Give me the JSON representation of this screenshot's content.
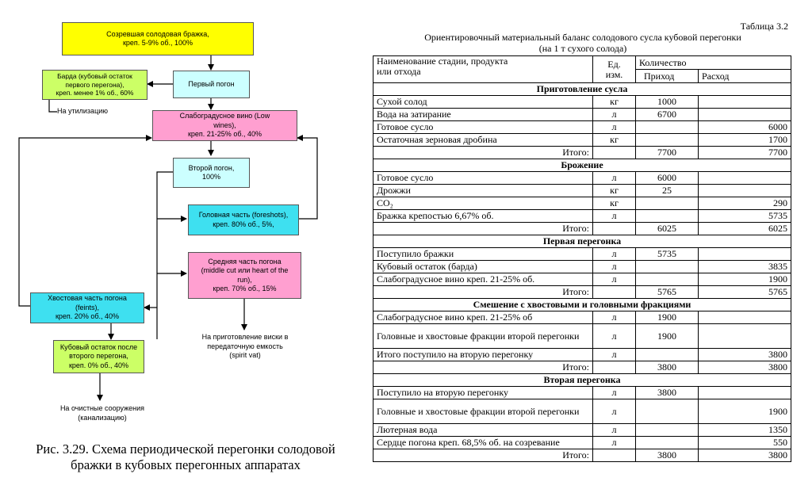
{
  "flowchart": {
    "nodes": {
      "wash": "Созревшая солодовая бражка,\nкреп. 5-9% об., 100%",
      "first_distillate": "Первый погон",
      "pot_ale": "Барда (кубовый остаток\nпервого перегона),\nкреп. менее 1% об., 60%",
      "low_wines": "Слабоградусное вино (Low\nwines),\nкреп. 21-25% об., 40%",
      "second_distillate": "Второй погон,\n100%",
      "foreshots": "Головная часть (foreshots),\nкреп. 80% об., 5%,",
      "heart": "Средняя часть погона\n(middle cut или heart of the\nrun),\nкреп. 70% об., 15%",
      "feints": "Хвостовая часть погона\n(feints),\nкреп. 20% об., 40%",
      "spent_lees": "Кубовый остаток после\nвторого перегона,\nкреп. 0% об., 40%"
    },
    "notes": {
      "disposal": "На утилизацию",
      "spirit_vat": "На приготовление виски в\nпередаточную емкость\n(spirit vat)",
      "sewage": "На очистные сооружения\n(канализацию)"
    },
    "caption": "Рис. 3.29. Схема периодической перегонки солодовой\nбражки в кубовых перегонных аппаратах"
  },
  "table": {
    "number": "Таблица 3.2",
    "title": "Ориентировочный материальный баланс солодового сусла кубовой перегонки",
    "subtitle": "(на 1 т сухого солода)",
    "header": {
      "name": "Наименование стадии, продукта\nили отхода",
      "unit": "Ед.\nизм.",
      "qty": "Количество",
      "in": "Приход",
      "out": "Расход"
    },
    "sections": [
      {
        "title": "Приготовление сусла",
        "rows": [
          {
            "name": "Сухой солод",
            "unit": "кг",
            "in": "1000",
            "out": ""
          },
          {
            "name": "Вода на затирание",
            "unit": "л",
            "in": "6700",
            "out": ""
          },
          {
            "name": "Готовое сусло",
            "unit": "л",
            "in": "",
            "out": "6000"
          },
          {
            "name": "Остаточная зерновая дробина",
            "unit": "кг",
            "in": "",
            "out": "1700"
          },
          {
            "name": "Итого:",
            "unit": "",
            "in": "7700",
            "out": "7700",
            "total": true
          }
        ]
      },
      {
        "title": "Брожение",
        "rows": [
          {
            "name": "Готовое сусло",
            "unit": "л",
            "in": "6000",
            "out": ""
          },
          {
            "name": "Дрожжи",
            "unit": "кг",
            "in": "25",
            "out": ""
          },
          {
            "name": "CO₂",
            "unit": "кг",
            "in": "",
            "out": "290"
          },
          {
            "name": "Бражка крепостью 6,67% об.",
            "unit": "л",
            "in": "",
            "out": "5735"
          },
          {
            "name": "Итого:",
            "unit": "",
            "in": "6025",
            "out": "6025",
            "total": true
          }
        ]
      },
      {
        "title": "Первая перегонка",
        "rows": [
          {
            "name": "Поступило бражки",
            "unit": "л",
            "in": "5735",
            "out": ""
          },
          {
            "name": "Кубовый остаток (барда)",
            "unit": "л",
            "in": "",
            "out": "3835"
          },
          {
            "name": "Слабоградусное вино креп. 21-25% об.",
            "unit": "л",
            "in": "",
            "out": "1900"
          },
          {
            "name": "Итого:",
            "unit": "",
            "in": "5765",
            "out": "5765",
            "total": true
          }
        ]
      },
      {
        "title": "Смешение с хвостовыми и головными фракциями",
        "rows": [
          {
            "name": "Слабоградусное вино креп. 21-25% об",
            "unit": "л",
            "in": "1900",
            "out": ""
          },
          {
            "name": "Головные и хвостовые фракции второй перегонки",
            "unit": "л",
            "in": "1900",
            "out": "",
            "tall": true
          },
          {
            "name": "Итого поступило на вторую перегонку",
            "unit": "л",
            "in": "",
            "out": "3800"
          },
          {
            "name": "Итого:",
            "unit": "",
            "in": "3800",
            "out": "3800",
            "total": true
          }
        ]
      },
      {
        "title": "Вторая перегонка",
        "rows": [
          {
            "name": "Поступило на вторую перегонку",
            "unit": "л",
            "in": "3800",
            "out": ""
          },
          {
            "name": "Головные и хвостовые фракции второй перегонки",
            "unit": "л",
            "in": "",
            "out": "1900",
            "tall": true
          },
          {
            "name": "Лютерная вода",
            "unit": "л",
            "in": "",
            "out": "1350"
          },
          {
            "name": "Сердце погона креп. 68,5% об. на созревание",
            "unit": "л",
            "in": "",
            "out": "550"
          },
          {
            "name": "Итого:",
            "unit": "",
            "in": "3800",
            "out": "3800",
            "total": true
          }
        ]
      }
    ]
  }
}
